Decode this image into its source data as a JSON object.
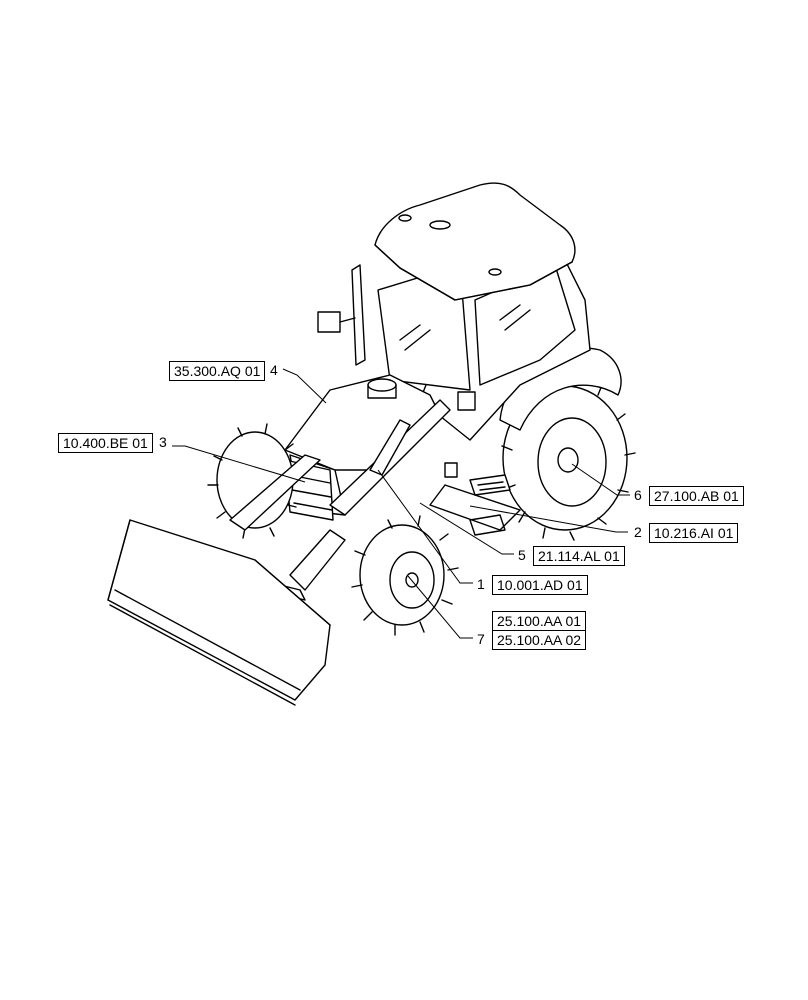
{
  "callouts": [
    {
      "num": "4",
      "ref": "35.300.AQ 01"
    },
    {
      "num": "3",
      "ref": "10.400.BE 01"
    },
    {
      "num": "6",
      "ref": "27.100.AB 01"
    },
    {
      "num": "2",
      "ref": "10.216.AI 01"
    },
    {
      "num": "5",
      "ref": "21.114.AL 01"
    },
    {
      "num": "1",
      "ref": "10.001.AD 01"
    },
    {
      "num": "7",
      "refs": [
        "25.100.AA 01",
        "25.100.AA 02"
      ]
    }
  ]
}
